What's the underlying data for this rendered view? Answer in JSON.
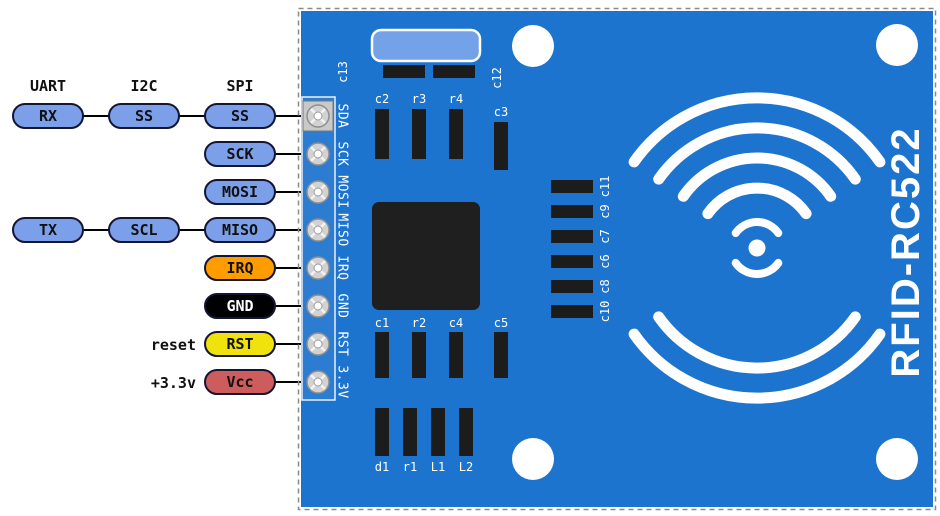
{
  "colors": {
    "board_blue": "#1d74cf",
    "component_black": "#1c1c1c",
    "silkscreen_white": "#ffffff",
    "pill_blue": "#7b9fe8",
    "pill_orange": "#ff9d00",
    "pill_black": "#000000",
    "pill_yellow": "#f0e20c",
    "pill_red": "#cd5c5c"
  },
  "legend": {
    "headers": {
      "uart": "UART",
      "i2c": "I2C",
      "spi": "SPI"
    },
    "notes": {
      "reset": "reset",
      "power": "+3.3v"
    },
    "pills": {
      "rx": "RX",
      "ss_i2c": "SS",
      "ss_spi": "SS",
      "sck": "SCK",
      "mosi": "MOSI",
      "tx": "TX",
      "scl": "SCL",
      "miso": "MISO",
      "irq": "IRQ",
      "gnd": "GND",
      "rst": "RST",
      "vcc": "Vcc"
    }
  },
  "board": {
    "title": "RFID-RC522",
    "pin_labels": [
      "SDA",
      "SCK",
      "MOSI",
      "MISO",
      "IRQ",
      "GND",
      "RST",
      "3.3V"
    ],
    "silkscreen": {
      "crystal_top": "c13",
      "crystal_right": "c12",
      "top_row": [
        "c2",
        "r3",
        "r4",
        "c3"
      ],
      "mid_row": [
        "c1",
        "r2",
        "c4",
        "c5"
      ],
      "right_column": [
        "c11",
        "c9",
        "c7",
        "c6",
        "c8",
        "c10"
      ],
      "bottom_row": [
        "d1",
        "r1",
        "L1",
        "L2"
      ]
    }
  }
}
